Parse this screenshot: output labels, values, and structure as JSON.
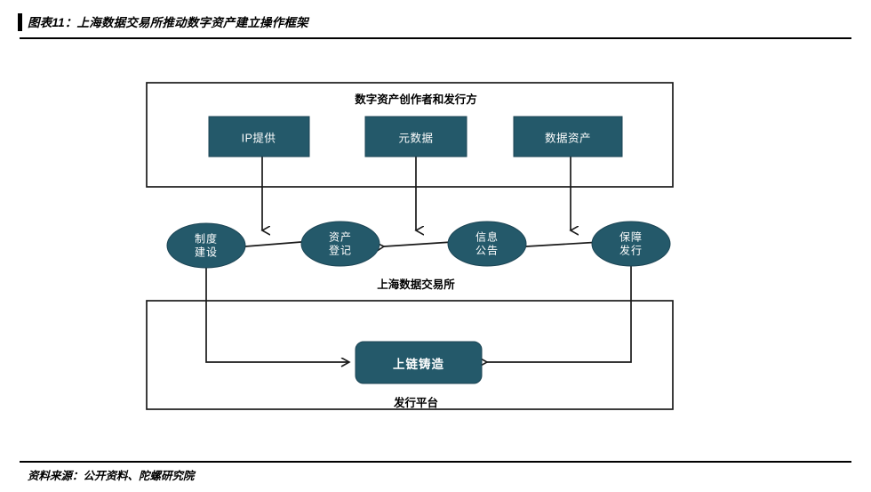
{
  "header": {
    "title": "图表11：上海数据交易所推动数字资产建立操作框架",
    "accent_color": "#000000"
  },
  "footer": {
    "source": "资料来源：公开资料、陀螺研究院"
  },
  "theme": {
    "node_fill": "#24596a",
    "node_stroke": "#1b4454",
    "container_stroke": "#1a1a1a",
    "arrow_stroke": "#1a1a1a",
    "text_on_node": "#ffffff",
    "page_background": "#ffffff"
  },
  "diagram": {
    "type": "flowchart",
    "groups": [
      {
        "id": "creators",
        "label": "数字资产创作者和发行方",
        "label_position": "top-center"
      },
      {
        "id": "exchange",
        "label": "上海数据交易所",
        "label_position": "bottom-center"
      },
      {
        "id": "platform",
        "label": "发行平台",
        "label_position": "bottom-center"
      }
    ],
    "nodes": [
      {
        "id": "ip",
        "label": "IP提供",
        "shape": "rect",
        "group": "creators"
      },
      {
        "id": "meta",
        "label": "元数据",
        "shape": "rect",
        "group": "creators"
      },
      {
        "id": "asset",
        "label": "数据资产",
        "shape": "rect",
        "group": "creators"
      },
      {
        "id": "system",
        "label_line1": "制度",
        "label_line2": "建设",
        "shape": "ellipse",
        "group": "exchange"
      },
      {
        "id": "registry",
        "label_line1": "资产",
        "label_line2": "登记",
        "shape": "ellipse",
        "group": "exchange"
      },
      {
        "id": "notice",
        "label_line1": "信息",
        "label_line2": "公告",
        "shape": "ellipse",
        "group": "exchange"
      },
      {
        "id": "issuance",
        "label_line1": "保障",
        "label_line2": "发行",
        "shape": "ellipse",
        "group": "exchange"
      },
      {
        "id": "mint",
        "label": "上链铸造",
        "shape": "rounded-rect",
        "group": "platform"
      }
    ],
    "edges": [
      {
        "from": "ip",
        "to": "system",
        "style": "elbow-down-arrow"
      },
      {
        "from": "meta",
        "to": "registry",
        "style": "elbow-down-arrow"
      },
      {
        "from": "asset",
        "to": "issuance",
        "style": "elbow-down-arrow"
      },
      {
        "from": "registry",
        "to": "system",
        "style": "arrow-left"
      },
      {
        "from": "notice",
        "to": "registry",
        "style": "arrow-left"
      },
      {
        "from": "issuance",
        "to": "notice",
        "style": "arrow-left"
      },
      {
        "from": "system",
        "to": "mint",
        "style": "elbow-arrow-right"
      },
      {
        "from": "issuance",
        "to": "mint",
        "style": "elbow-arrow-left"
      }
    ]
  }
}
